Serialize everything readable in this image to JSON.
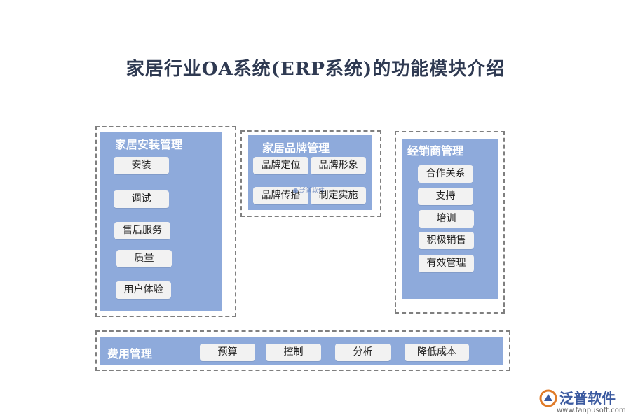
{
  "title": "家居行业OA系统(ERP系统)的功能模块介绍",
  "modules": {
    "install": {
      "title": "家居安装管理",
      "items": [
        "安装",
        "调试",
        "售后服务",
        "质量",
        "用户体验"
      ]
    },
    "brand": {
      "title": "家居品牌管理",
      "items": [
        "品牌定位",
        "品牌形象",
        "品牌传播",
        "制定实施"
      ]
    },
    "dealer": {
      "title": "经销商管理",
      "items": [
        "合作关系",
        "支持",
        "培训",
        "积极销售",
        "有效管理"
      ]
    },
    "cost": {
      "title": "费用管理",
      "items": [
        "预算",
        "控制",
        "分析",
        "降低成本"
      ]
    }
  },
  "watermark": {
    "small_text": "泛普软件"
  },
  "logo": {
    "name": "泛普软件",
    "url": "www.fanpusoft.com"
  },
  "colors": {
    "panel": "#8eaadb",
    "chip": "#f2f2f2",
    "frame": "#7f7f7f",
    "title": "#2f3a52",
    "brand": "#3b5aa0"
  }
}
